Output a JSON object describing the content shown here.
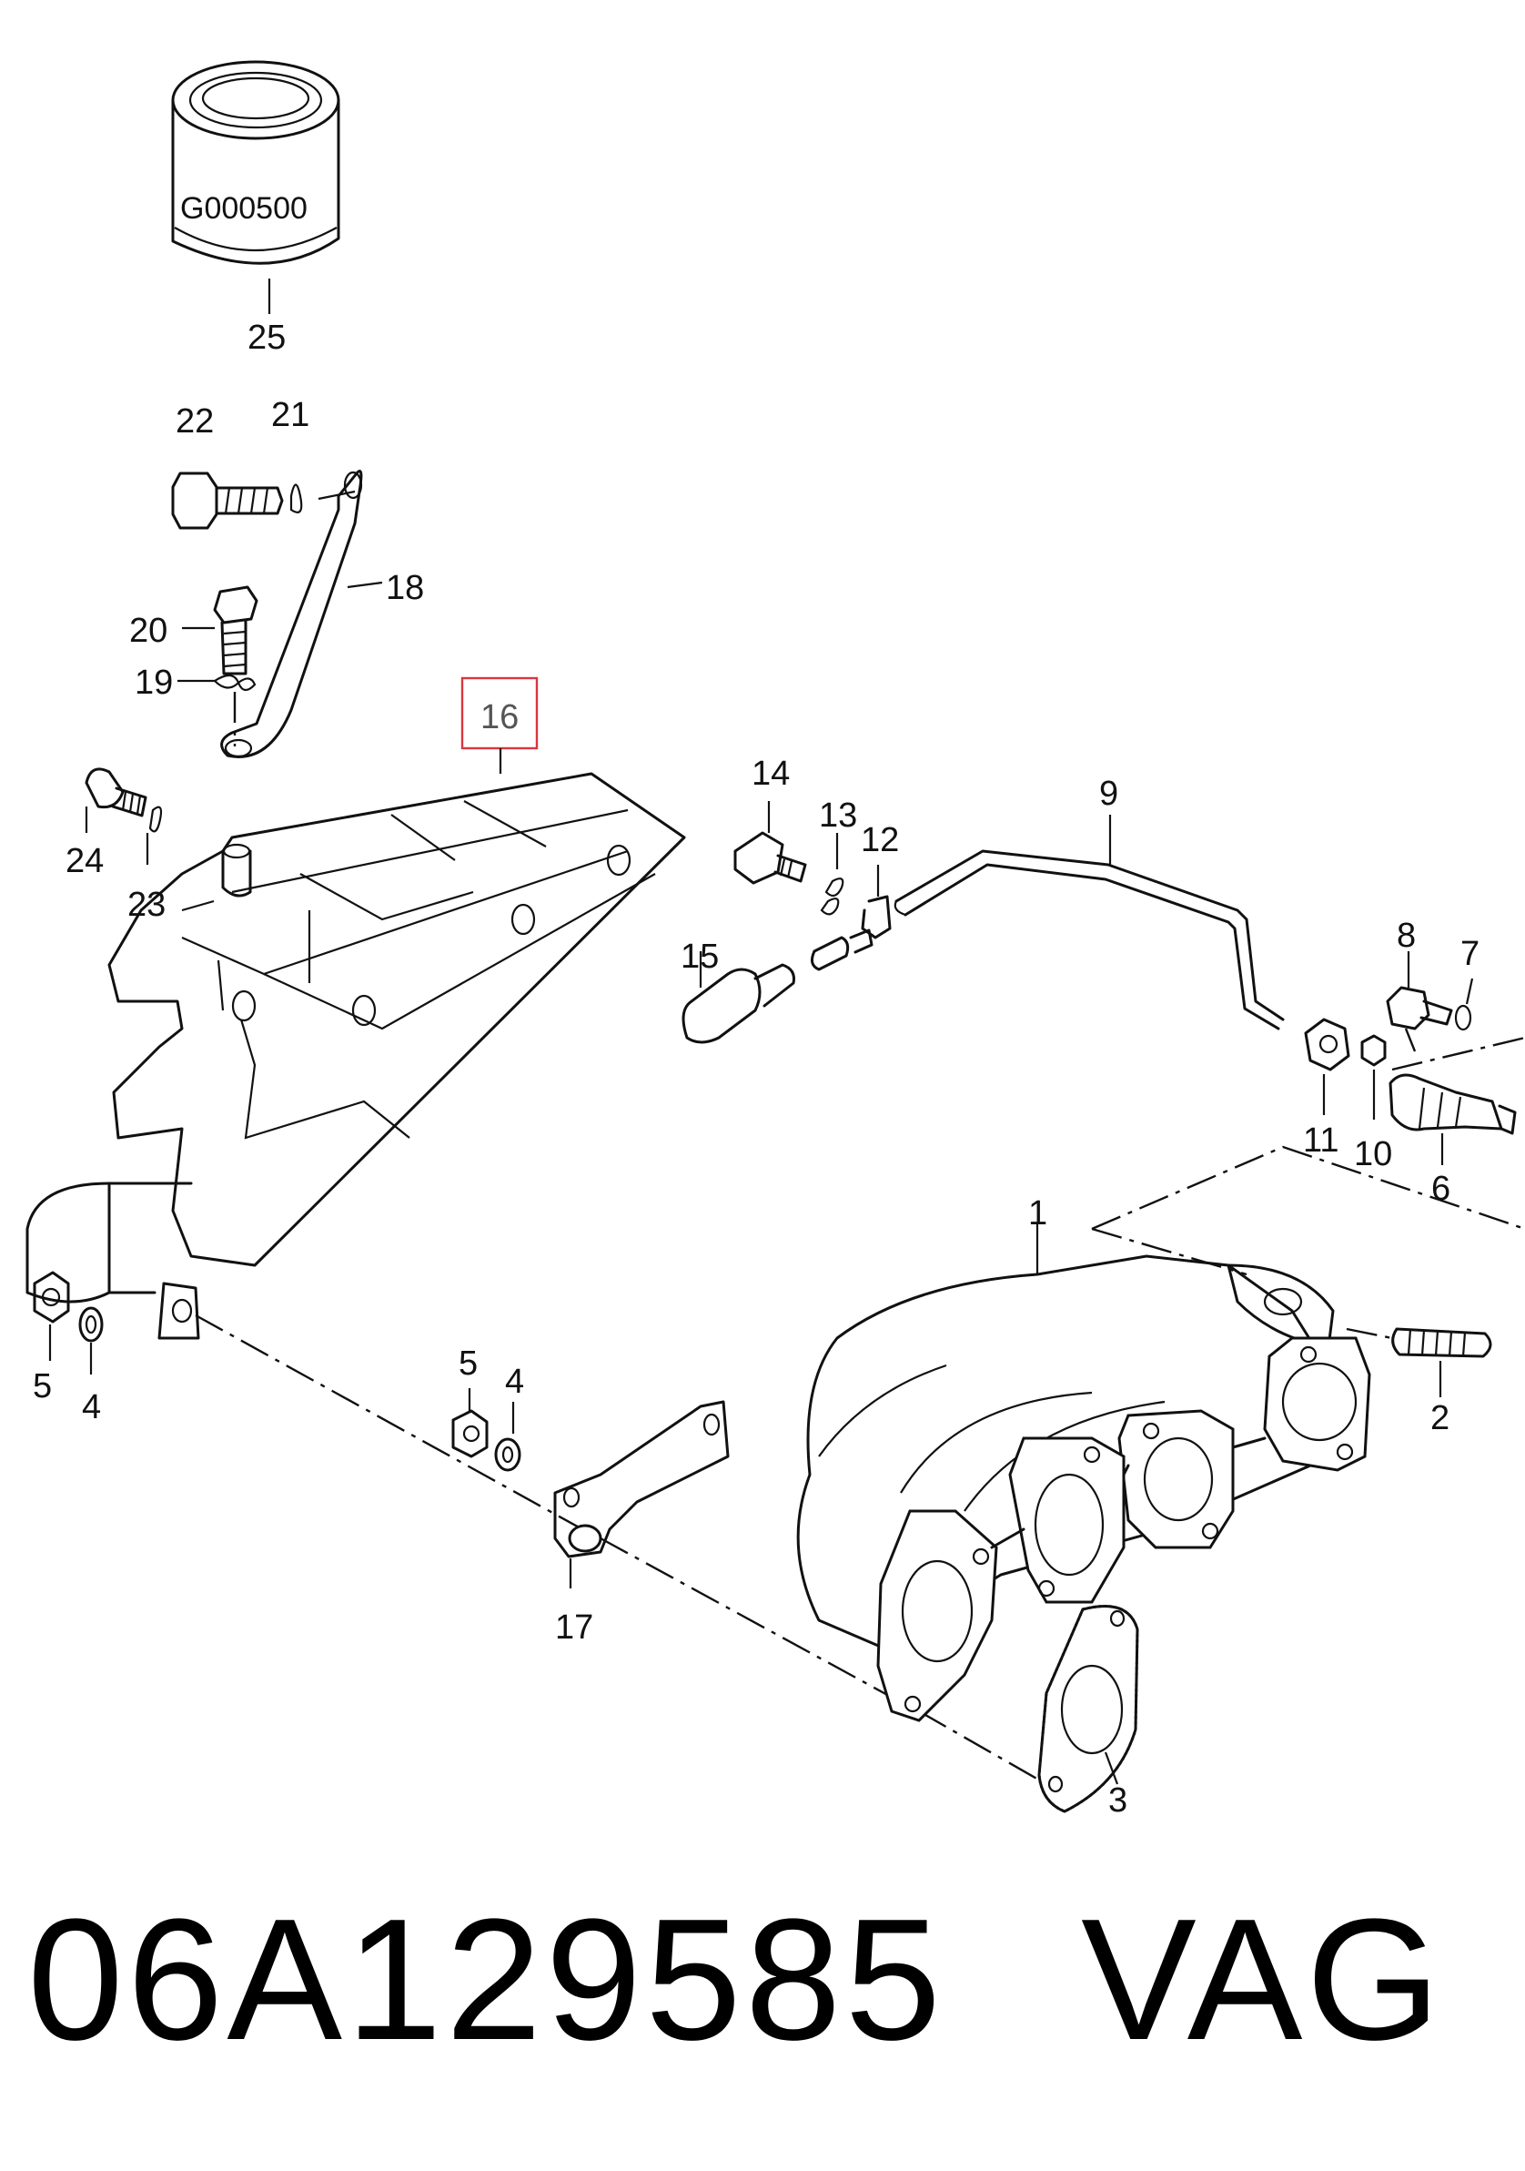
{
  "callouts": {
    "c1": "1",
    "c2": "2",
    "c3": "3",
    "c4a": "4",
    "c4b": "4",
    "c5a": "5",
    "c5b": "5",
    "c6": "6",
    "c7": "7",
    "c8": "8",
    "c9": "9",
    "c10": "10",
    "c11": "11",
    "c12": "12",
    "c13": "13",
    "c14": "14",
    "c15": "15",
    "c16": "16",
    "c17": "17",
    "c18": "18",
    "c19": "19",
    "c20": "20",
    "c21": "21",
    "c22": "22",
    "c23": "23",
    "c24": "24",
    "c25": "25"
  },
  "filter_marking": "G000500",
  "highlight": {
    "callout": "16",
    "color": "#d9363e"
  },
  "caption": {
    "part_number": "06A129585",
    "brand": "VAG"
  }
}
